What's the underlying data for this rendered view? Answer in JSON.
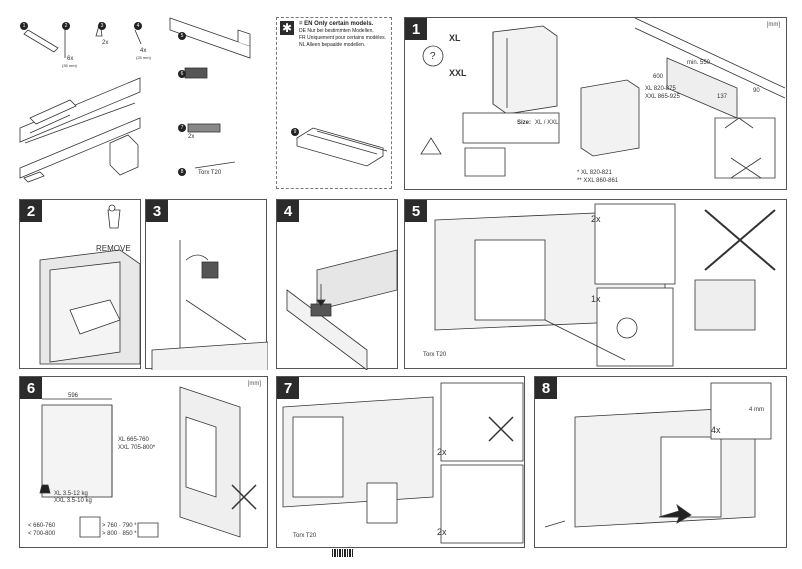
{
  "parts": {
    "items": [
      "1",
      "2",
      "3",
      "4",
      "5",
      "6",
      "7",
      "8",
      "9"
    ],
    "label_2": "6x",
    "label_2b": "(35 mm)",
    "label_3": "2x",
    "label_4": "4x",
    "label_4b": "(25 mm)",
    "label_7": "2x",
    "torx": "Torx T20"
  },
  "note": {
    "symbol": "✱",
    "en": "= EN  Only certain models.",
    "de": "DE  Nur bei bestimmten Modellen.",
    "fr": "FR  Uniquement pour certains modèles.",
    "nl": "NL  Alleen bepaalde modellen."
  },
  "step1": {
    "num": "1",
    "q": "?",
    "xl": "XL",
    "xxl": "XXL",
    "size_label": "Size:",
    "size_value": "XL / XXL",
    "mm": "[mm]",
    "foot_xl": "* XL  820-821",
    "foot_xxl": "** XXL  860-861",
    "dim_min": "min. 550",
    "dim_600": "600",
    "dim_137": "137",
    "dim_90": "90",
    "dim_a": "XL 820-875",
    "dim_b": "XXL 865-925"
  },
  "step2": {
    "num": "2",
    "remove": "REMOVE"
  },
  "step3": {
    "num": "3"
  },
  "step4": {
    "num": "4"
  },
  "step5": {
    "num": "5",
    "x2": "2x",
    "x1": "1x",
    "torx": "Torx T20"
  },
  "step6": {
    "num": "6",
    "mm": "[mm]",
    "w": "596",
    "h_xl": "XL  665-760",
    "h_xxl": "XXL  705-800*",
    "kg_xl": "XL  3.5-12 kg",
    "kg_xxl": "XXL  3.5-10 kg",
    "r1": "< 660-760",
    "r2": "< 700-800",
    "r3": "> 760 · 790 *",
    "r4": "> 800 · 850 *"
  },
  "step7": {
    "num": "7",
    "x2a": "2x",
    "x2b": "2x",
    "torx": "Torx T20"
  },
  "step8": {
    "num": "8",
    "x4": "4x",
    "mm4": "4 mm"
  }
}
